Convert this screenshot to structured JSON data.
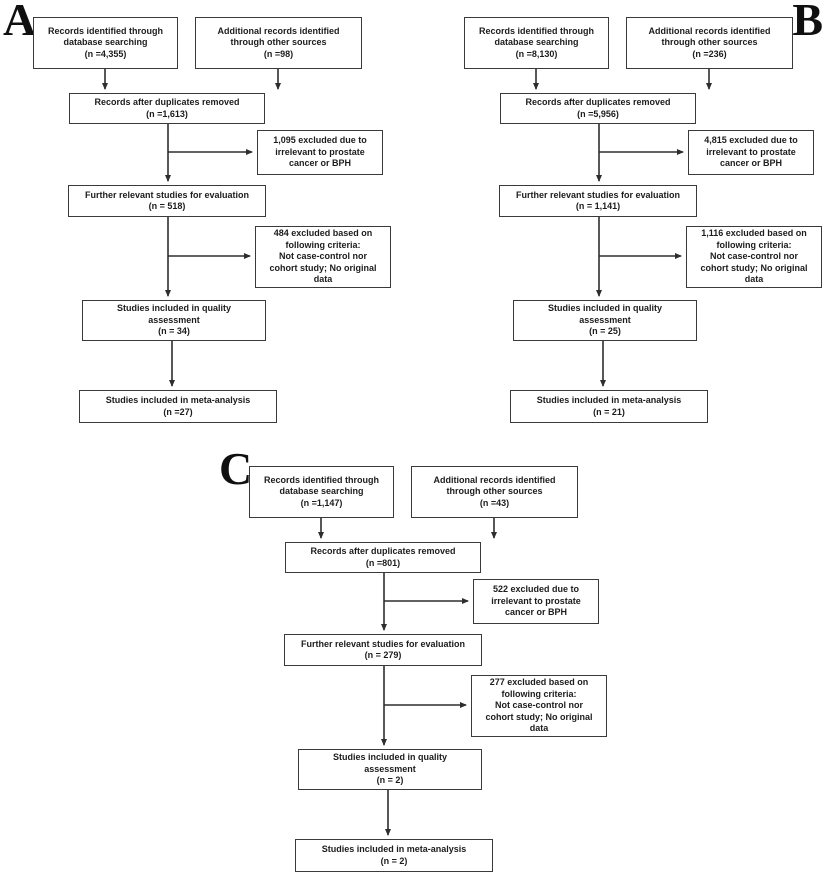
{
  "figure": {
    "type": "study-selection-flow-diagram",
    "colors": {
      "line": "#2e2e2e",
      "text": "#1c1c1c",
      "background": "#ffffff"
    },
    "panels": [
      {
        "label": "A",
        "boxes": {
          "db": "Records identified through\ndatabase searching\n(n =4,355)",
          "other": "Additional records identified\nthrough other sources\n(n =98)",
          "dedup": "Records after duplicates removed\n(n =1,613)",
          "excl1": "1,095 excluded due to\nirrelevant to prostate\ncancer or BPH",
          "eval": "Further relevant studies for evaluation\n(n = 518)",
          "excl2": "484 excluded based on\nfollowing criteria:\nNot case-control nor\ncohort study; No original\ndata",
          "quality": "Studies included in quality\nassessment\n(n = 34)",
          "meta": "Studies included in meta-analysis\n(n =27)"
        }
      },
      {
        "label": "B",
        "boxes": {
          "db": "Records identified through\ndatabase searching\n(n =8,130)",
          "other": "Additional records identified\nthrough other sources\n(n =236)",
          "dedup": "Records after duplicates removed\n(n =5,956)",
          "excl1": "4,815 excluded due to\nirrelevant to prostate\ncancer or BPH",
          "eval": "Further relevant studies for evaluation\n(n = 1,141)",
          "excl2": "1,116 excluded based on\nfollowing criteria:\nNot case-control nor\ncohort study; No original\ndata",
          "quality": "Studies included in quality\nassessment\n(n = 25)",
          "meta": "Studies included in meta-analysis\n(n = 21)"
        }
      },
      {
        "label": "C",
        "boxes": {
          "db": "Records identified through\ndatabase searching\n(n =1,147)",
          "other": "Additional records identified\nthrough other sources\n(n =43)",
          "dedup": "Records after duplicates removed\n(n =801)",
          "excl1": "522 excluded due to\nirrelevant to prostate\ncancer or BPH",
          "eval": "Further relevant studies for evaluation\n(n = 279)",
          "excl2": "277 excluded based on\nfollowing criteria:\nNot case-control nor\ncohort study; No original\ndata",
          "quality": "Studies included in quality\nassessment\n(n = 2)",
          "meta": "Studies included in meta-analysis\n(n = 2)"
        }
      }
    ]
  }
}
